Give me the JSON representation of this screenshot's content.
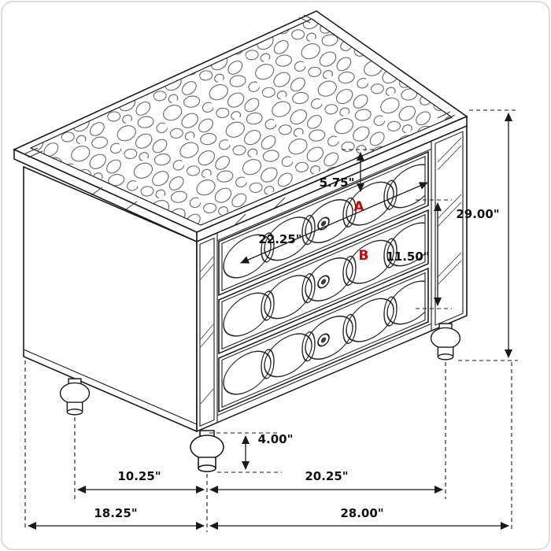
{
  "markers": {
    "a": "A",
    "b": "B"
  },
  "dimensions": {
    "top_drawer_height": "5.75\"",
    "drawer_width": "22.25\"",
    "drawer_opening_height": "11.50\"",
    "overall_height": "29.00\"",
    "foot_height": "4.00\"",
    "foot_spacing_depth": "10.25\"",
    "foot_spacing_width": "20.25\"",
    "overall_depth": "18.25\"",
    "overall_width": "28.00\""
  },
  "colors": {
    "line": "#1a1a1a",
    "marker_red": "#cc0000",
    "background": "#ffffff"
  }
}
